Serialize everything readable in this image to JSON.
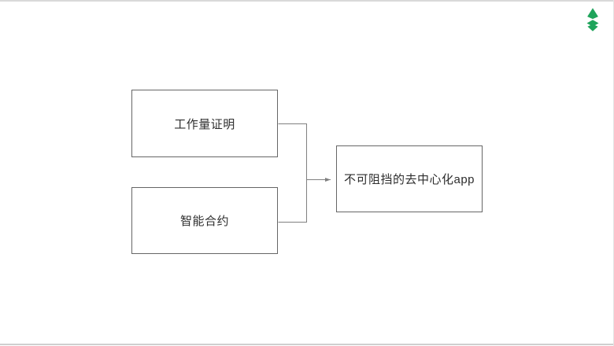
{
  "canvas": {
    "background": "#ffffff",
    "edge_line_color": "#d9d9d9"
  },
  "logo": {
    "name": "ethereum-classic-logo",
    "color": "#1fa45b"
  },
  "diagram": {
    "box_border_color": "#666666",
    "connector_color": "#808080",
    "text_color": "#2d2d2d",
    "nodes": [
      {
        "id": "proof-of-work",
        "label": "工作量证明"
      },
      {
        "id": "smart-contract",
        "label": "智能合约"
      },
      {
        "id": "unstoppable-dapp",
        "label": "不可阻挡的去中心化app"
      }
    ],
    "edges": [
      {
        "from": "proof-of-work",
        "to": "unstoppable-dapp",
        "style": "elbow-arrow"
      },
      {
        "from": "smart-contract",
        "to": "unstoppable-dapp",
        "style": "elbow-arrow"
      }
    ]
  }
}
